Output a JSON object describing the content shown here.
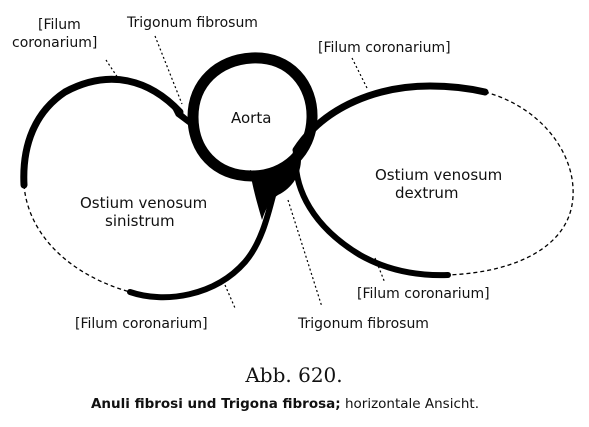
{
  "labels": {
    "filum_top_left_1": "[Filum",
    "filum_top_left_2": "coronarium]",
    "trigonum_top": "Trigonum fibrosum",
    "filum_top_right": "[Filum coronarium]",
    "aorta": "Aorta",
    "ostium_dextrum_1": "Ostium venosum",
    "ostium_dextrum_2": "dextrum",
    "ostium_sinistrum_1": "Ostium venosum",
    "ostium_sinistrum_2": "sinistrum",
    "filum_bottom_right": "[Filum coronarium]",
    "filum_bottom_left": "[Filum  coronarium]",
    "trigonum_bottom": "Trigonum fibrosum"
  },
  "caption": {
    "figure_number": "Abb. 620.",
    "title_bold": "Anuli fibrosi und Trigona fibrosa;",
    "title_rest": " horizontale Ansicht."
  },
  "colors": {
    "ink": "#000000",
    "background": "#ffffff"
  }
}
